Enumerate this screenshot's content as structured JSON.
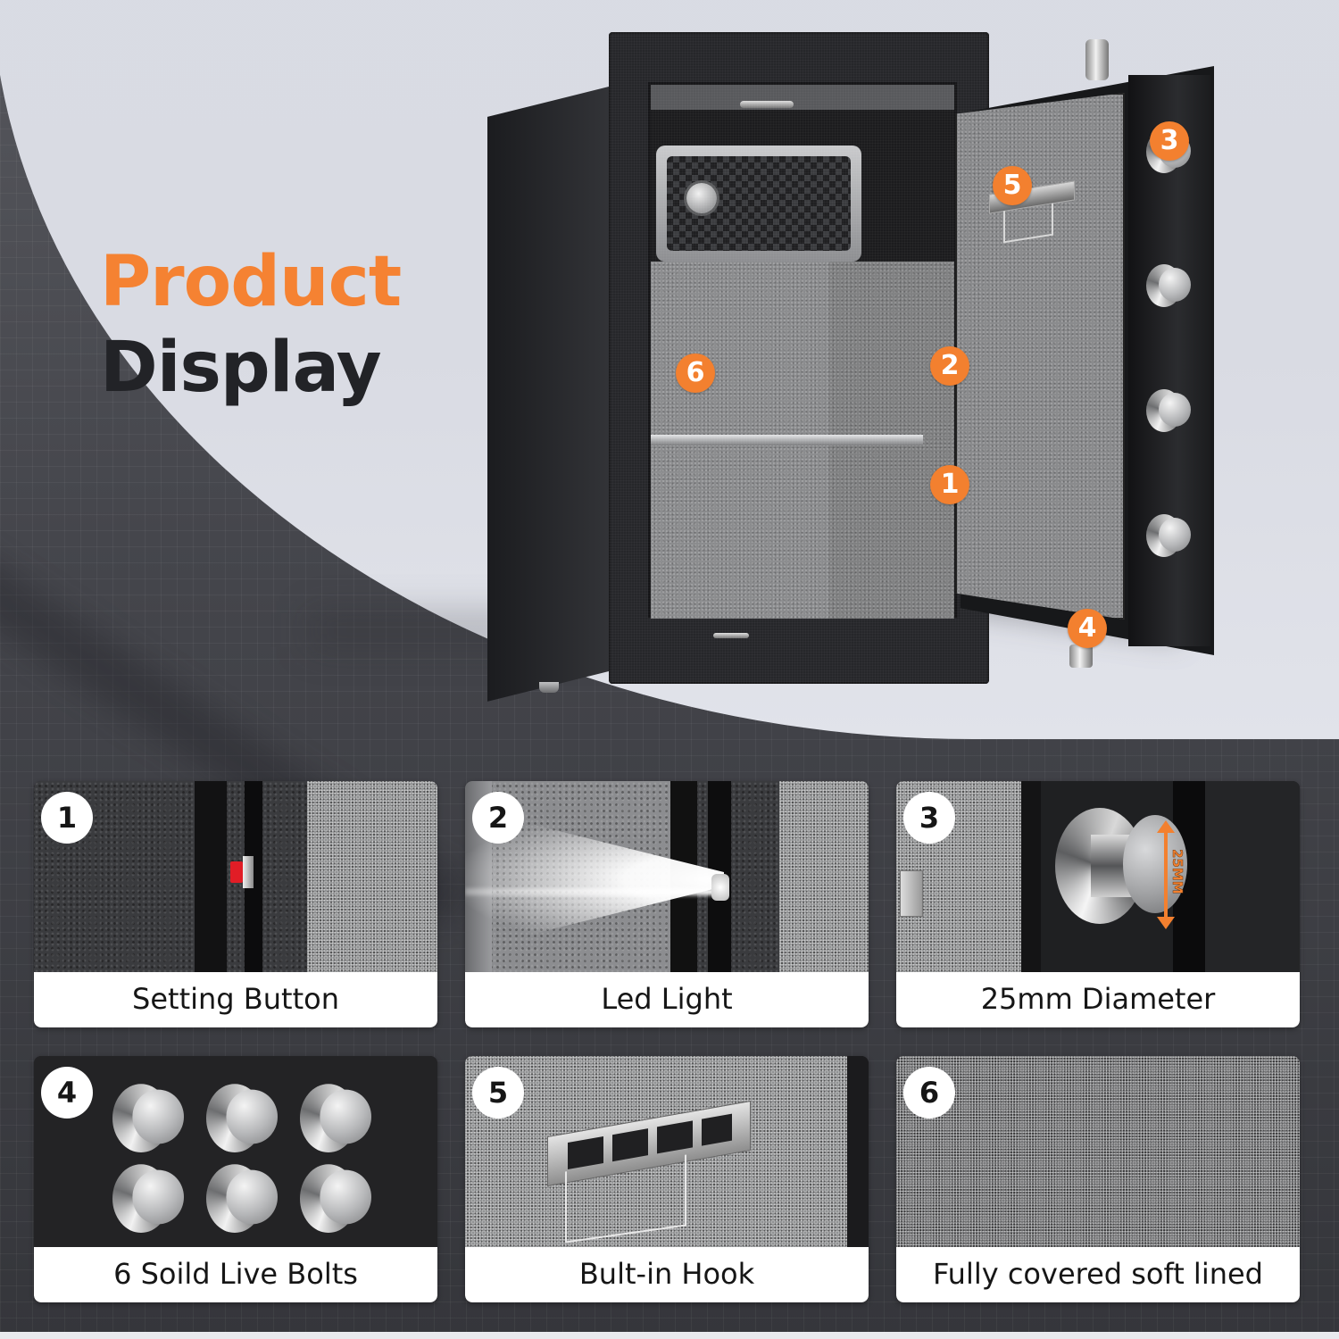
{
  "hero": {
    "title_line1": "Product",
    "title_line2": "Display",
    "title_line1_color": "#f58232",
    "title_line2_color": "#222327"
  },
  "safe_markers": [
    {
      "number": "1",
      "label_ref": "Setting Button"
    },
    {
      "number": "2",
      "label_ref": "Led Light"
    },
    {
      "number": "3",
      "label_ref": "25mm Diameter"
    },
    {
      "number": "4",
      "label_ref": "6 Soild Live Bolts"
    },
    {
      "number": "5",
      "label_ref": "Bult-in Hook"
    },
    {
      "number": "6",
      "label_ref": "Fully covered soft lined"
    }
  ],
  "marker_color": "#f3802f",
  "features": [
    {
      "number": "1",
      "caption": "Setting Button"
    },
    {
      "number": "2",
      "caption": "Led Light"
    },
    {
      "number": "3",
      "caption": "25mm Diameter",
      "dimension_label": "25MM"
    },
    {
      "number": "4",
      "caption": "6 Soild Live Bolts",
      "bolt_count": 6
    },
    {
      "number": "5",
      "caption": "Bult-in Hook"
    },
    {
      "number": "6",
      "caption": "Fully covered soft lined"
    }
  ]
}
